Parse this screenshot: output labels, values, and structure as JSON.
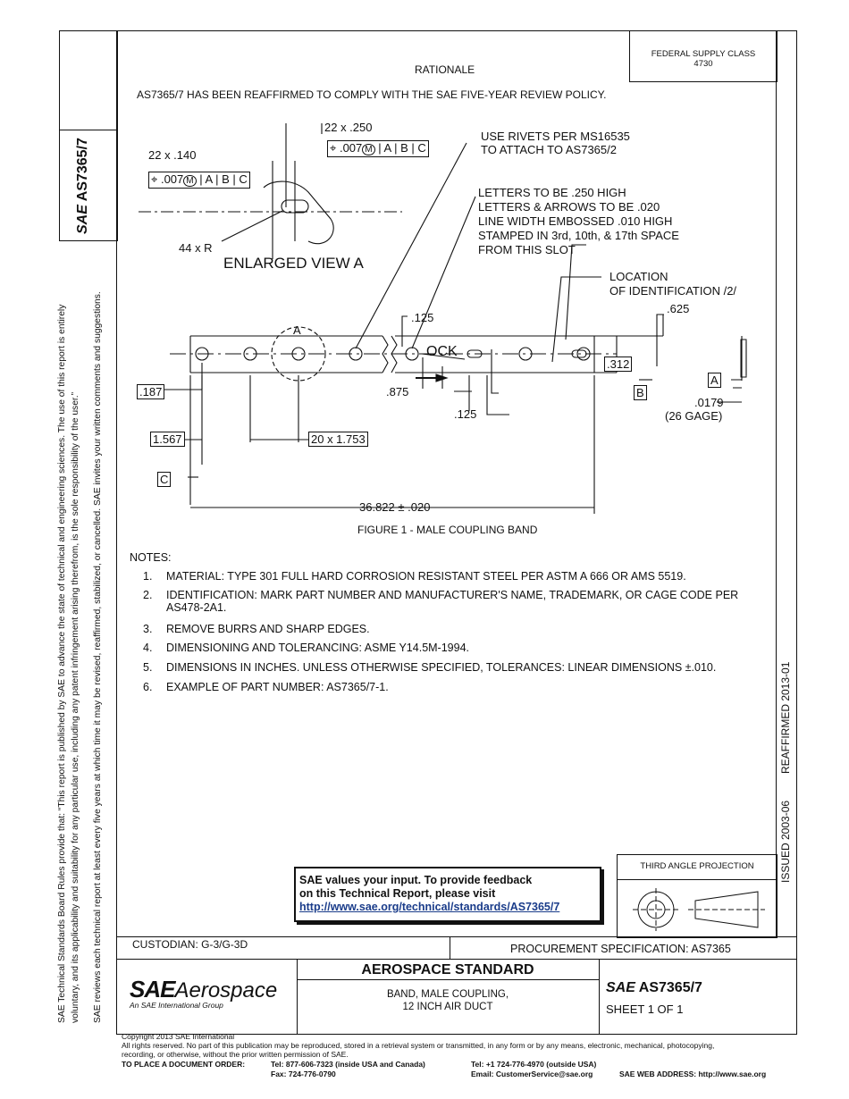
{
  "header": {
    "federal_supply_class": "FEDERAL SUPPLY CLASS",
    "fsc_number": "4730",
    "rationale_title": "RATIONALE",
    "rationale_text": "AS7365/7 HAS BEEN REAFFIRMED TO COMPLY WITH THE SAE FIVE-YEAR REVIEW POLICY."
  },
  "side": {
    "doc_code": "AS7365/7",
    "rules_line1": "SAE Technical Standards Board Rules provide that: “This report is published by SAE to advance the state of technical and engineering sciences. The use of this report is entirely",
    "rules_line2": "voluntary, and its applicability and suitability for any particular use, including any patent infringement arising therefrom, is the sole responsibility of the user.”",
    "rules_line3": "SAE reviews each technical report at least every five years at which time it may be revised, reaffirmed, stabilized, or cancelled. SAE invites your written comments and suggestions.",
    "reaffirmed": "REAFFIRMED 2013-01",
    "issued": "ISSUED 2003-06"
  },
  "drawing": {
    "callout_22x250": "22 x .250",
    "callout_22x140": "22 x .140",
    "fcf_tol": ".007",
    "fcf_m": "M",
    "datum_a": "A",
    "datum_b": "B",
    "datum_c": "C",
    "radius": "44 x R",
    "enlarged_view": "ENLARGED VIEW A",
    "rivets_line1": "USE RIVETS PER MS16535",
    "rivets_line2": "TO ATTACH TO AS7365/2",
    "letters_line1": "LETTERS TO BE .250 HIGH",
    "letters_line2": "LETTERS & ARROWS TO BE .020",
    "letters_line3": "LINE WIDTH EMBOSSED .010 HIGH",
    "letters_line4": "STAMPED IN 3rd, 10th, & 17th SPACE",
    "letters_line5": "FROM THIS SLOT",
    "location_line1": "LOCATION",
    "location_line2": "OF IDENTIFICATION /2/",
    "dim_625": ".625",
    "dim_125_top": ".125",
    "dim_312": ".312",
    "dim_187": ".187",
    "dim_875": ".875",
    "dim_125_bot": ".125",
    "dim_0179": ".0179",
    "gage": "(26 GAGE)",
    "dim_1567": "1.567",
    "dim_20x1753": "20 x 1.753",
    "dim_overall": "36.822 ± .020",
    "view_label": "A",
    "lock_text": "OCK",
    "figure_caption": "FIGURE 1 - MALE COUPLING BAND"
  },
  "notes": {
    "heading": "NOTES:",
    "items": [
      {
        "num": "1.",
        "text": "MATERIAL:  TYPE 301 FULL HARD CORROSION RESISTANT STEEL PER ASTM A 666 OR AMS 5519."
      },
      {
        "num": "2.",
        "text": "IDENTIFICATION:  MARK PART NUMBER AND MANUFACTURER'S NAME, TRADEMARK, OR CAGE CODE PER AS478-2A1."
      },
      {
        "num": "3.",
        "text": "REMOVE BURRS AND SHARP EDGES."
      },
      {
        "num": "4.",
        "text": "DIMENSIONING AND TOLERANCING:  ASME Y14.5M-1994."
      },
      {
        "num": "5.",
        "text": "DIMENSIONS IN INCHES.  UNLESS OTHERWISE SPECIFIED, TOLERANCES:  LINEAR DIMENSIONS ±.010."
      },
      {
        "num": "6.",
        "text": "EXAMPLE OF PART NUMBER:  AS7365/7-1."
      }
    ]
  },
  "feedback": {
    "line1": "SAE values your input. To provide feedback",
    "line2": "on this Technical Report, please visit",
    "link": "http://www.sae.org/technical/standards/AS7365/7"
  },
  "projection": {
    "label": "THIRD ANGLE PROJECTION"
  },
  "title_block": {
    "custodian": "CUSTODIAN: G-3/G-3D",
    "procurement": "PROCUREMENT SPECIFICATION: AS7365",
    "logo_sae": "SAE",
    "logo_aerospace": "Aerospace",
    "logo_tag": "An SAE International Group",
    "std_title": "AEROSPACE STANDARD",
    "desc_line1": "BAND, MALE COUPLING,",
    "desc_line2": "12 INCH AIR DUCT",
    "doc_number": "AS7365/7",
    "sheet": "SHEET 1 OF 1"
  },
  "footer": {
    "copyright": "Copyright 2013 SAE International",
    "rights1": "All rights reserved. No part of this publication may be reproduced, stored in a retrieval system or transmitted, in any form or by any means, electronic, mechanical, photocopying,",
    "rights2": "recording, or otherwise, without the prior written permission of SAE.",
    "order_label": "TO PLACE A DOCUMENT ORDER:",
    "tel_usa": "Tel: 877-606-7323 (inside USA and Canada)",
    "fax": "Fax: 724-776-0790",
    "tel_intl": "Tel: +1 724-776-4970 (outside USA)",
    "email": "Email: CustomerService@sae.org",
    "web": "SAE WEB ADDRESS: http://www.sae.org"
  }
}
